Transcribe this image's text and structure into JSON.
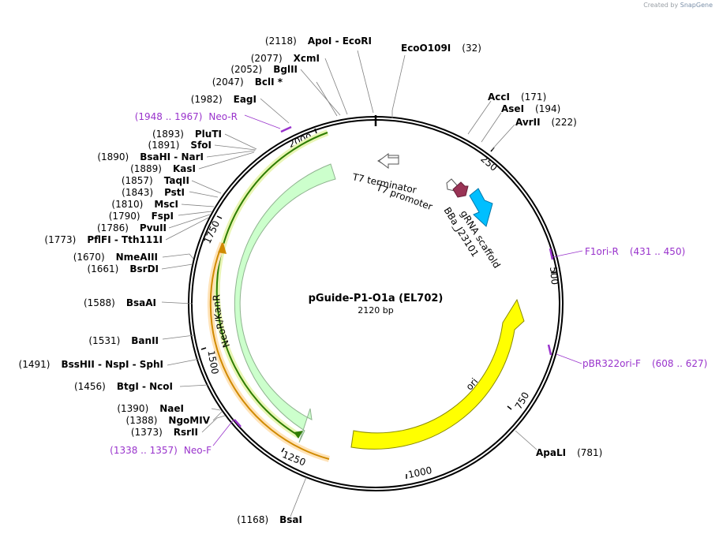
{
  "credit": {
    "prefix": "Created by",
    "brand": "SnapGene"
  },
  "plasmid": {
    "name": "pGuide-P1-O1a (EL702)",
    "size_label": "2120 bp",
    "length": 2120
  },
  "ticks": [
    "250",
    "500",
    "750",
    "1000",
    "1250",
    "1500",
    "1750",
    "2000"
  ],
  "sites": [
    {
      "pos": "(32)",
      "name": "EcoO109I",
      "bp": 32
    },
    {
      "pos": "(171)",
      "name": "AccI",
      "bp": 171
    },
    {
      "pos": "(194)",
      "name": "AseI",
      "bp": 194
    },
    {
      "pos": "(222)",
      "name": "AvrII",
      "bp": 222
    },
    {
      "pos": "(781)",
      "name": "ApaLI",
      "bp": 781
    },
    {
      "pos": "(1168)",
      "name": "BsaI",
      "bp": 1168
    },
    {
      "pos": "(1373)",
      "name": "RsrII",
      "bp": 1373
    },
    {
      "pos": "(1388)",
      "name": "NgoMIV",
      "bp": 1388
    },
    {
      "pos": "(1390)",
      "name": "NaeI",
      "bp": 1390
    },
    {
      "pos": "(1456)",
      "name": "BtgI - NcoI",
      "bp": 1456
    },
    {
      "pos": "(1491)",
      "name": "BssHII - NspI - SphI",
      "bp": 1491
    },
    {
      "pos": "(1531)",
      "name": "BanII",
      "bp": 1531
    },
    {
      "pos": "(1588)",
      "name": "BsaAI",
      "bp": 1588
    },
    {
      "pos": "(1661)",
      "name": "BsrDI",
      "bp": 1661
    },
    {
      "pos": "(1670)",
      "name": "NmeAIII",
      "bp": 1670
    },
    {
      "pos": "(1773)",
      "name": "PflFI - Tth111I",
      "bp": 1773
    },
    {
      "pos": "(1786)",
      "name": "PvuII",
      "bp": 1786
    },
    {
      "pos": "(1790)",
      "name": "FspI",
      "bp": 1790
    },
    {
      "pos": "(1810)",
      "name": "MscI",
      "bp": 1810
    },
    {
      "pos": "(1843)",
      "name": "PstI",
      "bp": 1843
    },
    {
      "pos": "(1857)",
      "name": "TaqII",
      "bp": 1857
    },
    {
      "pos": "(1889)",
      "name": "KasI",
      "bp": 1889
    },
    {
      "pos": "(1890)",
      "name": "BsaHI - NarI",
      "bp": 1890
    },
    {
      "pos": "(1891)",
      "name": "SfoI",
      "bp": 1891
    },
    {
      "pos": "(1893)",
      "name": "PluTI",
      "bp": 1893
    },
    {
      "pos": "(1982)",
      "name": "EagI",
      "bp": 1982
    },
    {
      "pos": "(2047)",
      "name": "BclI *",
      "bp": 2047
    },
    {
      "pos": "(2052)",
      "name": "BglII",
      "bp": 2052
    },
    {
      "pos": "(2077)",
      "name": "XcmI",
      "bp": 2077
    },
    {
      "pos": "(2118)",
      "name": "ApoI - EcoRI",
      "bp": 2118
    }
  ],
  "primers": [
    {
      "name": "Neo-R",
      "range": "(1948 .. 1967)"
    },
    {
      "name": "F1ori-R",
      "range": "(431 .. 450)"
    },
    {
      "name": "pBR322ori-F",
      "range": "(608 .. 627)"
    },
    {
      "name": "Neo-F",
      "range": "(1338 .. 1357)"
    }
  ],
  "features": {
    "neor": "NeoR/KanR",
    "ori": "ori",
    "t7_terminator": "T7 terminator",
    "t7_promoter": "T7 promoter",
    "grna": "gRNA scaffold",
    "j23101": "BBa_J23101"
  },
  "colors": {
    "backbone": "#000000",
    "neor_fill": "#ccffcc",
    "neor_stroke": "#8fb38f",
    "ori_fill": "#ffff00",
    "grna_fill": "#00bfff",
    "j23101_fill": "#993355",
    "primer": "#9933cc",
    "orf_green": "#2e7d00",
    "orf_orange": "#d08a00"
  }
}
